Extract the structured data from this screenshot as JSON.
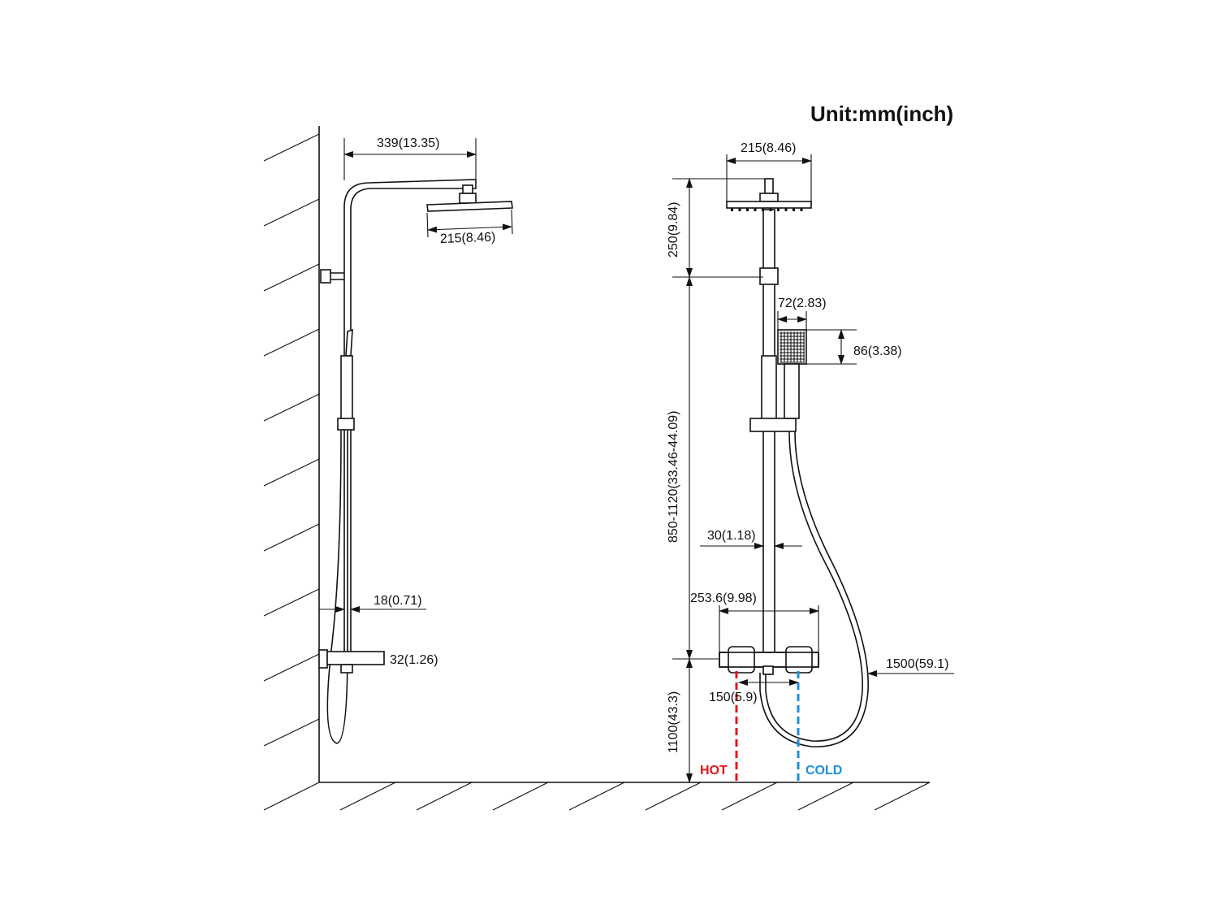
{
  "unit_label": "Unit:mm(inch)",
  "side_view": {
    "arm_length": "339(13.35)",
    "head_width": "215(8.46)",
    "pipe_offset": "18(0.71)",
    "valve_height": "32(1.26)"
  },
  "front_view": {
    "head_width": "215(8.46)",
    "head_to_bracket": "250(9.84)",
    "adjust_range": "850-1120(33.46-44.09)",
    "hand_shower_width": "72(2.83)",
    "hand_shower_height": "86(3.38)",
    "pipe_diameter": "30(1.18)",
    "valve_width": "253.6(9.98)",
    "inlet_spacing": "150(5.9)",
    "hose_length": "1500(59.1)",
    "valve_height_from_floor": "1100(43.3)",
    "hot_label": "HOT",
    "cold_label": "COLD"
  },
  "colors": {
    "hot": "#e3141b",
    "cold": "#1a8fdc"
  }
}
